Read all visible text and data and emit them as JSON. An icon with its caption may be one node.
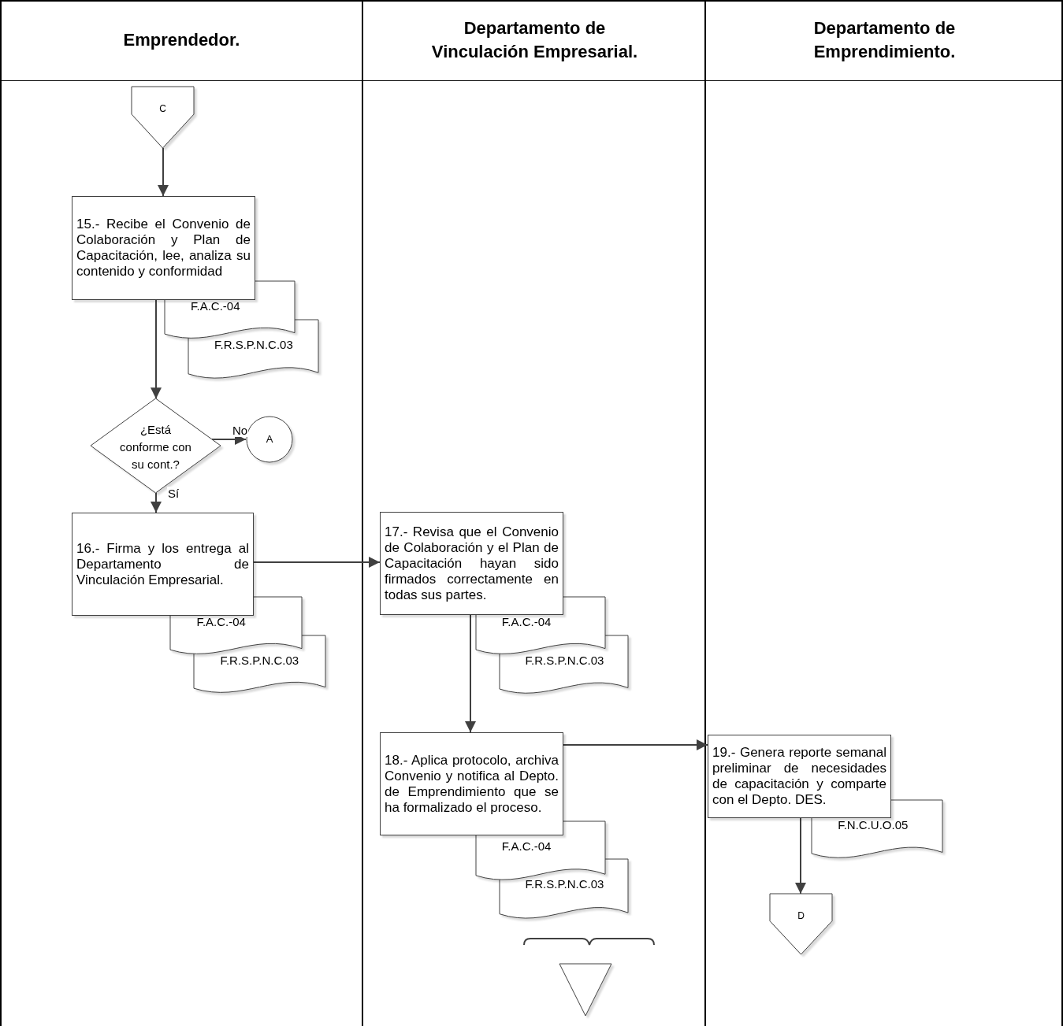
{
  "diagram": {
    "nodes": [
      {
        "text": [
          "Emprendedor."
        ]
      },
      {
        "text": [
          "Departamento de Vinculación Empresarial."
        ]
      },
      {
        "text": [
          "Departamento de Emprendimiento."
        ]
      },
      {
        "text": [
          "C"
        ],
        "in": 0
      },
      {
        "text": [
          "15.- Recibe el Convenio de Colaboración y Plan de Capacitación, lee, analiza su contenido y conformidad"
        ],
        "in": 0
      },
      {
        "text": [
          "F.A.C.-04"
        ],
        "in": 0
      },
      {
        "text": [
          "F.R.S.P.N.C.03"
        ],
        "in": 0
      },
      {
        "text": [
          "¿Está conforme con su cont.?"
        ],
        "in": 0
      },
      {
        "text": [
          "A"
        ],
        "in": 0
      },
      {
        "text": [
          "16.- Firma y los entrega al Departamento de Vinculación Empresarial."
        ],
        "in": 0
      },
      {
        "text": [
          "F.A.C.-04"
        ],
        "in": 0
      },
      {
        "text": [
          "F.R.S.P.N.C.03"
        ],
        "in": 0
      },
      {
        "text": [
          "17.- Revisa que el Convenio de Colaboración y el Plan de Capacitación hayan sido firmados correctamente en todas sus partes."
        ],
        "in": 1
      },
      {
        "text": [
          "F.A.C.-04"
        ],
        "in": 1
      },
      {
        "text": [
          "F.R.S.P.N.C.03"
        ],
        "in": 1
      },
      {
        "text": [
          "18.- Aplica protocolo, archiva Convenio y notifica al Depto. de Emprendimiento que se ha formalizado el proceso."
        ],
        "in": 1
      },
      {
        "text": [
          "F.A.C.-04"
        ],
        "in": 1
      },
      {
        "text": [
          "F.R.S.P.N.C.03"
        ],
        "in": 1
      },
      {
        "text": [],
        "shape": "triangle",
        "in": 1
      },
      {
        "text": [
          "19.- Genera reporte semanal preliminar de necesidades de capacitación y comparte con el Depto. DES."
        ],
        "in": 2
      },
      {
        "text": [
          "F.N.C.U.O.05"
        ],
        "in": 2
      },
      {
        "text": [
          "D"
        ],
        "in": 2
      }
    ],
    "edges": [
      {
        "from": 3,
        "to": 4,
        "arrow": "to"
      },
      {
        "from": 4,
        "to": 7,
        "arrow": "to"
      },
      {
        "from": 7,
        "to": 8,
        "label": "No",
        "arrow": "to"
      },
      {
        "from": 7,
        "to": 9,
        "label": "Sí",
        "arrow": "to"
      },
      {
        "from": 9,
        "to": 12,
        "arrow": "to"
      },
      {
        "from": 12,
        "to": 15,
        "arrow": "to"
      },
      {
        "from": 15,
        "to": 19,
        "arrow": "to"
      },
      {
        "from": 19,
        "to": 21,
        "arrow": "to"
      }
    ]
  }
}
